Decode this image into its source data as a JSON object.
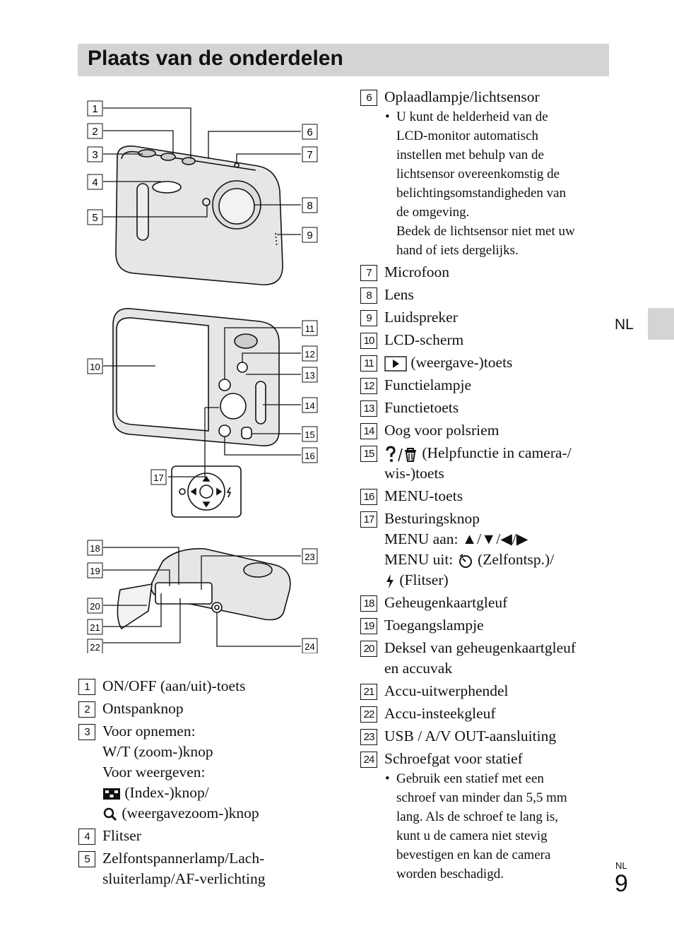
{
  "page": {
    "title": "Plaats van de onderdelen",
    "lang_tab": "NL",
    "footer_lang": "NL",
    "page_number": "9"
  },
  "diagram": {
    "labels": [
      "1",
      "2",
      "3",
      "4",
      "5",
      "6",
      "7",
      "8",
      "9",
      "10",
      "11",
      "12",
      "13",
      "14",
      "15",
      "16",
      "17",
      "18",
      "19",
      "20",
      "21",
      "22",
      "23",
      "24"
    ]
  },
  "left_items": [
    {
      "num": "1",
      "lines": [
        "ON/OFF (aan/uit)-toets"
      ]
    },
    {
      "num": "2",
      "lines": [
        "Ontspanknop"
      ]
    },
    {
      "num": "3",
      "lines": [
        "Voor opnemen:",
        "W/T (zoom-)knop",
        "Voor weergeven:",
        "(Index-)knop/",
        "(weergavezoom-)knop"
      ]
    },
    {
      "num": "4",
      "lines": [
        "Flitser"
      ]
    },
    {
      "num": "5",
      "lines": [
        "Zelfontspannerlamp/Lach-",
        "sluiterlamp/AF-verlichting"
      ]
    }
  ],
  "right_items": [
    {
      "num": "6",
      "lines": [
        "Oplaadlampje/lichtsensor"
      ],
      "bullet": [
        "U kunt de helderheid van de",
        "LCD-monitor automatisch",
        "instellen met behulp van de",
        "lichtsensor overeenkomstig de",
        "belichtingsomstandigheden van",
        "de omgeving.",
        "Bedek de lichtsensor niet met uw",
        "hand of iets dergelijks."
      ]
    },
    {
      "num": "7",
      "lines": [
        "Microfoon"
      ]
    },
    {
      "num": "8",
      "lines": [
        "Lens"
      ]
    },
    {
      "num": "9",
      "lines": [
        "Luidspreker"
      ]
    },
    {
      "num": "10",
      "lines": [
        "LCD-scherm"
      ]
    },
    {
      "num": "11",
      "lines": [
        "(weergave-)toets"
      ]
    },
    {
      "num": "12",
      "lines": [
        "Functielampje"
      ]
    },
    {
      "num": "13",
      "lines": [
        "Functietoets"
      ]
    },
    {
      "num": "14",
      "lines": [
        "Oog voor polsriem"
      ]
    },
    {
      "num": "15",
      "lines": [
        "(Helpfunctie in camera-/",
        "wis-)toets"
      ]
    },
    {
      "num": "16",
      "lines": [
        "MENU-toets"
      ]
    },
    {
      "num": "17",
      "lines": [
        "Besturingsknop",
        "MENU aan: ▲/▼/◀/▶",
        "MENU uit:",
        "(Flitser)"
      ],
      "selftimer_suffix": "(Zelfontsp.)/"
    },
    {
      "num": "18",
      "lines": [
        "Geheugenkaartgleuf"
      ]
    },
    {
      "num": "19",
      "lines": [
        "Toegangslampje"
      ]
    },
    {
      "num": "20",
      "lines": [
        "Deksel van geheugenkaartgleuf",
        "en accuvak"
      ]
    },
    {
      "num": "21",
      "lines": [
        "Accu-uitwerphendel"
      ]
    },
    {
      "num": "22",
      "lines": [
        "Accu-insteekgleuf"
      ]
    },
    {
      "num": "23",
      "lines": [
        "USB / A/V OUT-aansluiting"
      ]
    },
    {
      "num": "24",
      "lines": [
        "Schroefgat voor statief"
      ],
      "bullet": [
        "Gebruik een statief met een",
        "schroef van minder dan 5,5 mm",
        "lang. Als de schroef te lang is,",
        "kunt u de camera niet stevig",
        "bevestigen en kan de camera",
        "worden beschadigd."
      ]
    }
  ]
}
